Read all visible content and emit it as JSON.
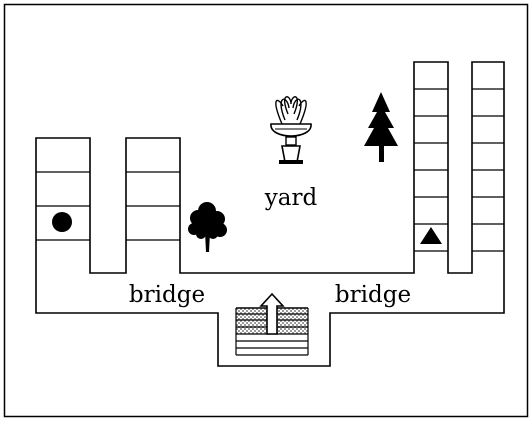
{
  "labels": {
    "yard": "yard",
    "bridge_left": "bridge",
    "bridge_right": "bridge"
  },
  "markers": {
    "left_building": "circle",
    "right_building": "triangle"
  },
  "icons": [
    "fountain-icon",
    "pine-tree-icon",
    "deciduous-tree-icon",
    "up-arrow-icon"
  ],
  "colors": {
    "line": "#000000",
    "background": "#ffffff",
    "stair_fill": "#b8b8b8"
  }
}
